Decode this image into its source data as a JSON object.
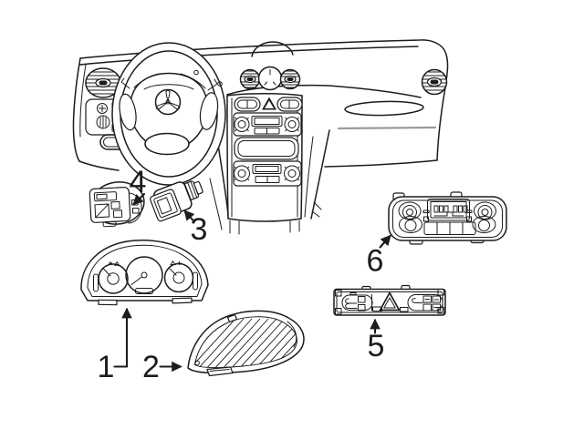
{
  "diagram": {
    "type": "parts-illustration",
    "subject": "dashboard-instrument-panel",
    "background_color": "#ffffff",
    "line_color": "#1c1c1c",
    "muted_line_color": "#9b9b9b",
    "callouts": [
      {
        "label": "1",
        "target": "instrument-cluster"
      },
      {
        "label": "2",
        "target": "cluster-lens"
      },
      {
        "label": "3",
        "target": "small-switch"
      },
      {
        "label": "4",
        "target": "dash-switch"
      },
      {
        "label": "5",
        "target": "switch-panel"
      },
      {
        "label": "6",
        "target": "control-unit"
      }
    ]
  }
}
